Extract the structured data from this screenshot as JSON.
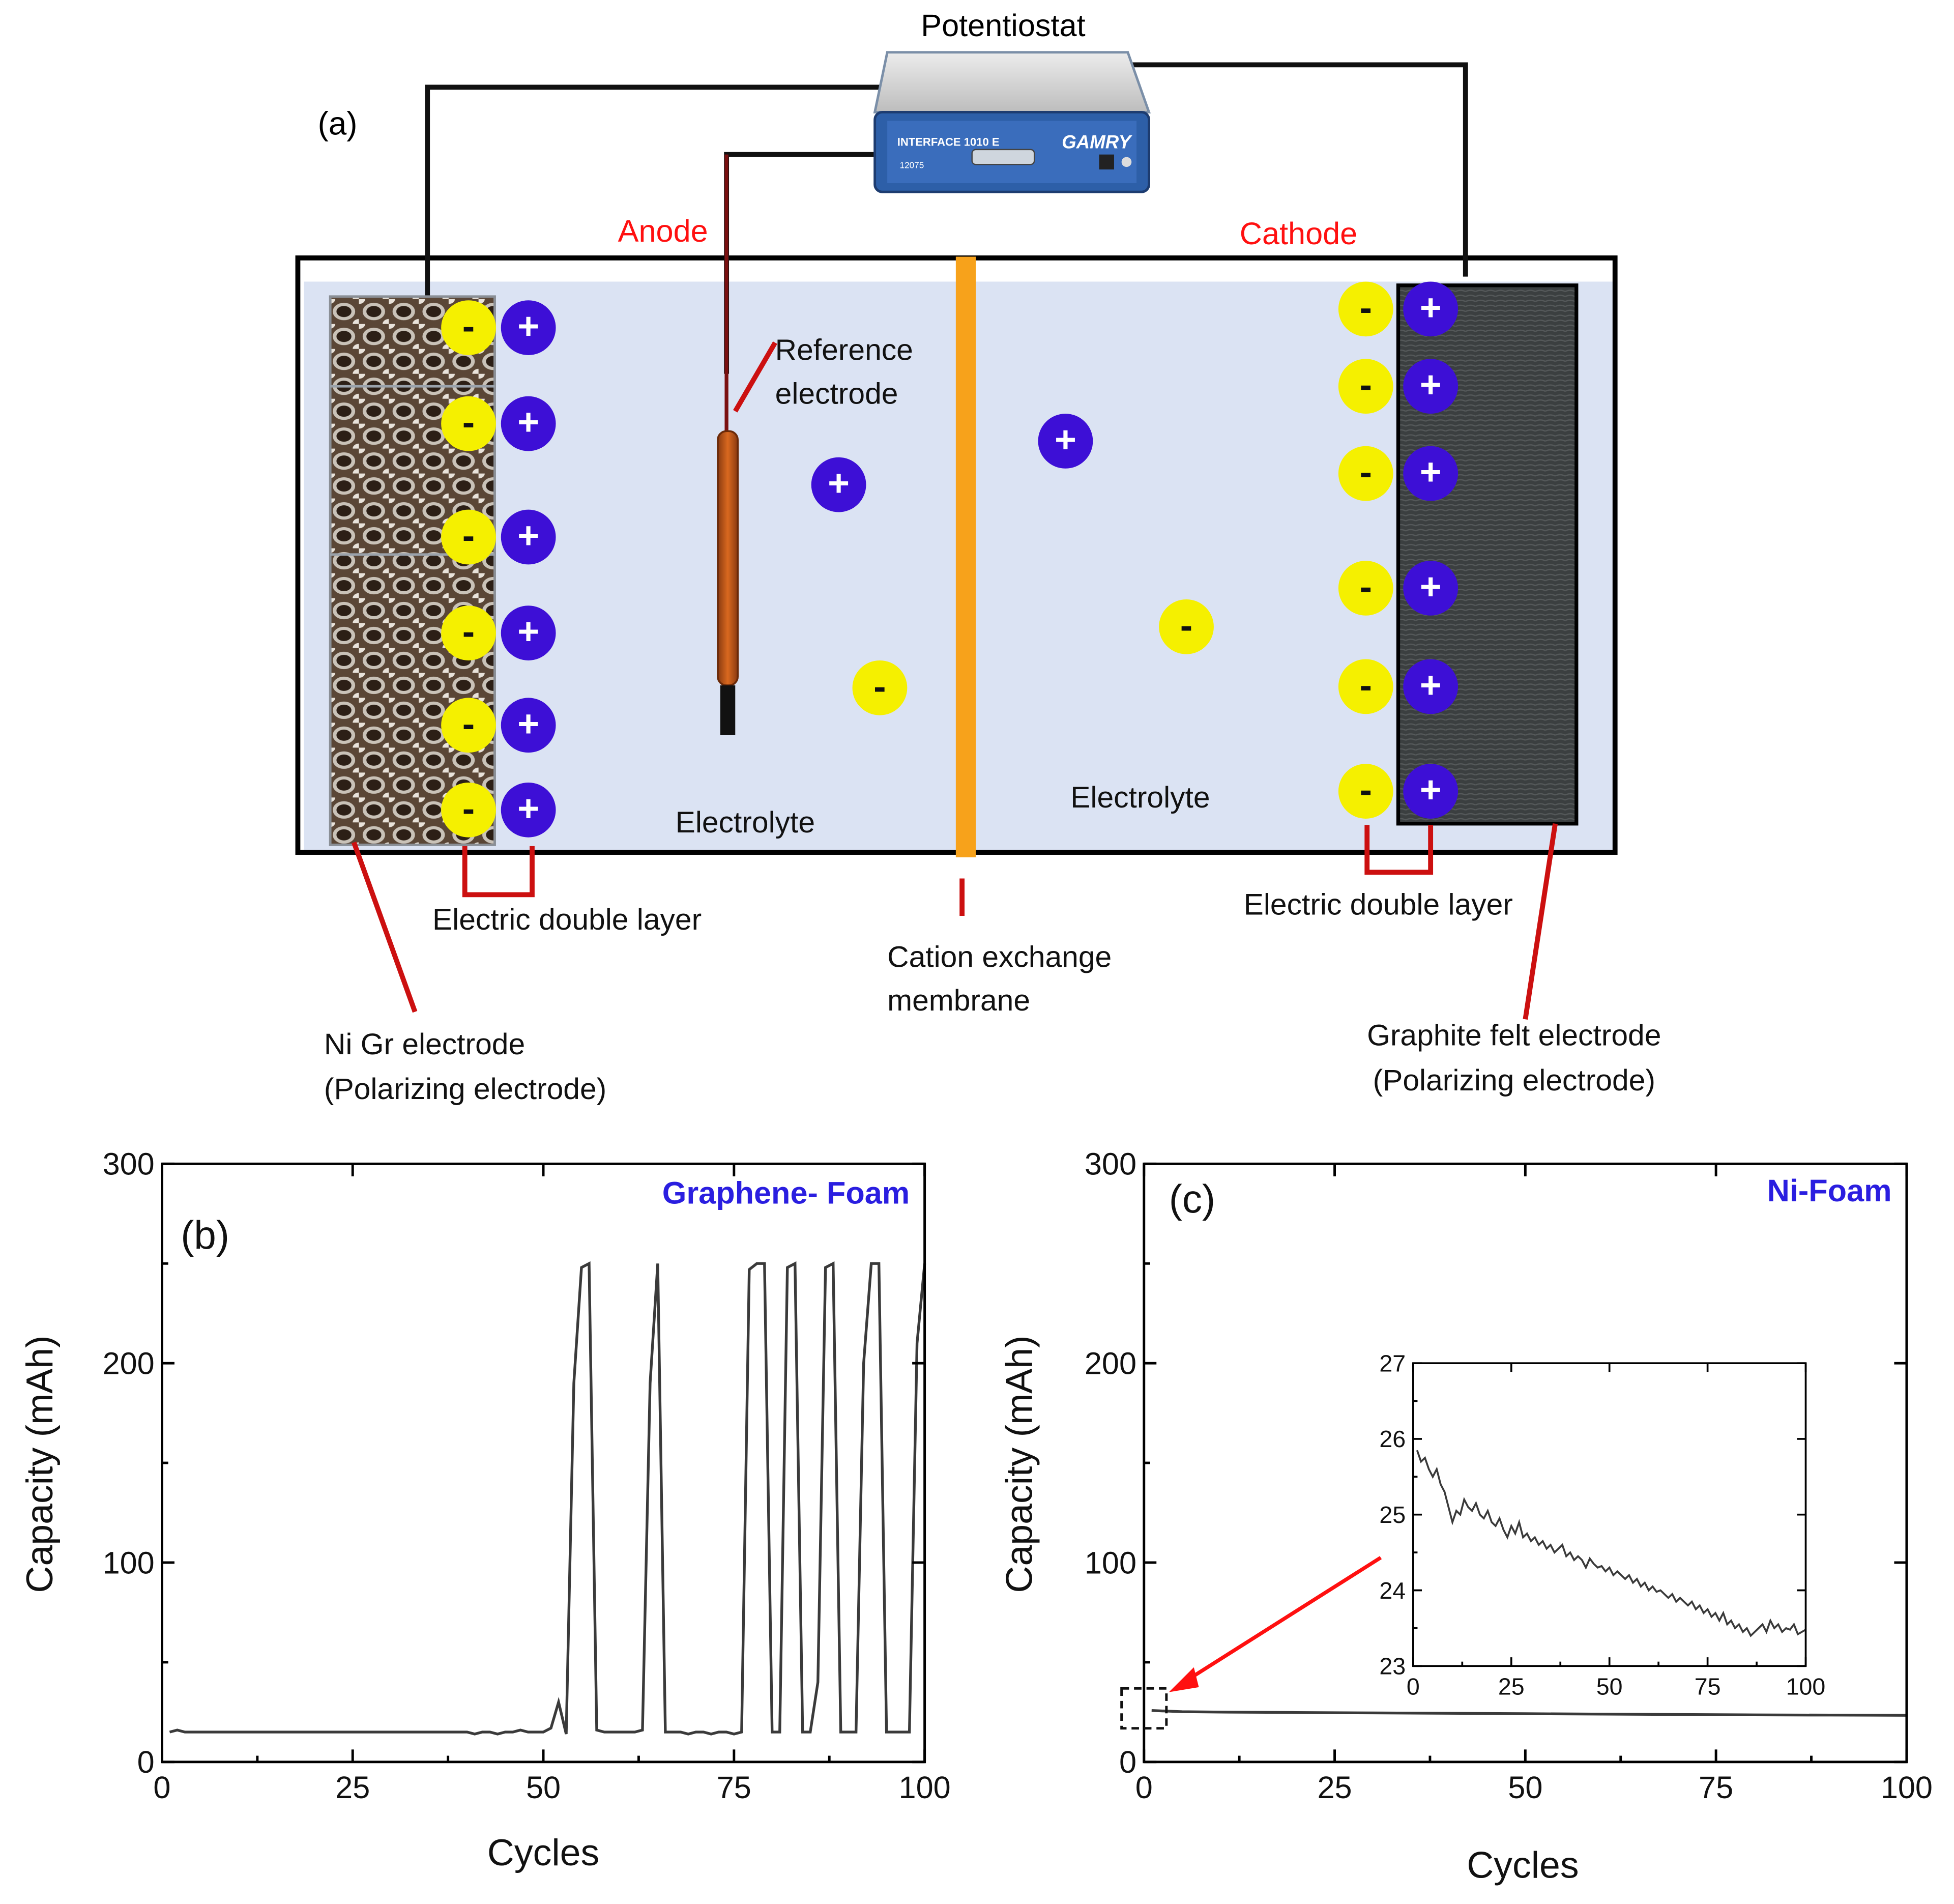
{
  "panel_a": {
    "panel_label": "(a)",
    "potentiostat": {
      "label": "Potentiostat",
      "model_text": "INTERFACE 1010 E",
      "brand_text": "GAMRY",
      "serial_text": "12075"
    },
    "anode_label": "Anode",
    "cathode_label": "Cathode",
    "reference_electrode_label": [
      "Reference",
      "electrode"
    ],
    "electrolyte_left_label": "Electrolyte",
    "electrolyte_right_label": "Electrolyte",
    "edl_left_label": "Electric double layer",
    "edl_right_label": "Electric double layer",
    "membrane_label": [
      "Cation exchange",
      "membrane"
    ],
    "left_electrode_label": [
      "Ni Gr electrode",
      "(Polarizing electrode)"
    ],
    "right_electrode_label": [
      "Graphite felt electrode",
      "(Polarizing electrode)"
    ],
    "plus_sign": "+",
    "minus_sign": "-",
    "colors": {
      "electrolyte": "#dbe3f3",
      "cation": "#3d0fd6",
      "anion": "#f5f000",
      "membrane": "#f7a21b",
      "leader_line": "#cc1010",
      "region_label": "#ff1010"
    }
  },
  "chart_data": [
    {
      "type": "line",
      "panel_label": "(b)",
      "title": "Graphene- Foam",
      "xlabel": "Cycles",
      "ylabel": "Capacity (mAh)",
      "xlim": [
        0,
        100
      ],
      "ylim": [
        0,
        300
      ],
      "xticks": [
        "0",
        "25",
        "50",
        "75",
        "100"
      ],
      "yticks": [
        "0",
        "100",
        "200",
        "300"
      ],
      "title_color": "#2a1ee0",
      "series": [
        {
          "color": "#3a3a3a",
          "x": [
            1,
            2,
            3,
            10,
            20,
            30,
            40,
            41,
            42,
            43,
            44,
            45,
            46,
            47,
            48,
            49,
            50,
            51,
            52,
            53,
            54,
            55,
            56,
            57,
            58,
            59,
            60,
            61,
            62,
            63,
            64,
            65,
            66,
            67,
            68,
            69,
            70,
            71,
            72,
            73,
            74,
            75,
            76,
            77,
            78,
            79,
            80,
            81,
            82,
            83,
            84,
            85,
            86,
            87,
            88,
            89,
            90,
            91,
            92,
            93,
            94,
            95,
            96,
            97,
            98,
            99,
            100
          ],
          "y": [
            15,
            16,
            15,
            15,
            15,
            15,
            15,
            14,
            15,
            15,
            14,
            15,
            15,
            16,
            15,
            15,
            15,
            17,
            30,
            14,
            190,
            248,
            250,
            16,
            15,
            15,
            15,
            15,
            15,
            16,
            190,
            250,
            15,
            15,
            15,
            14,
            15,
            15,
            14,
            15,
            15,
            14,
            15,
            247,
            250,
            250,
            15,
            15,
            248,
            250,
            15,
            15,
            40,
            248,
            250,
            15,
            15,
            15,
            200,
            250,
            250,
            15,
            15,
            15,
            15,
            210,
            250
          ]
        }
      ]
    },
    {
      "type": "line",
      "panel_label": "(c)",
      "title": "Ni-Foam",
      "xlabel": "Cycles",
      "ylabel": "Capacity (mAh)",
      "xlim": [
        0,
        100
      ],
      "ylim": [
        0,
        300
      ],
      "xticks": [
        "0",
        "25",
        "50",
        "75",
        "100"
      ],
      "yticks": [
        "0",
        "100",
        "200",
        "300"
      ],
      "title_color": "#2a1ee0",
      "series": [
        {
          "color": "#3a3a3a",
          "x": [
            1,
            5,
            10,
            20,
            30,
            40,
            50,
            60,
            70,
            80,
            90,
            100
          ],
          "y": [
            25.8,
            25.2,
            25.0,
            24.8,
            24.6,
            24.4,
            24.2,
            24.0,
            23.8,
            23.6,
            23.5,
            23.4
          ]
        }
      ],
      "inset": {
        "xlim": [
          0,
          100
        ],
        "ylim": [
          23,
          27
        ],
        "xticks": [
          "0",
          "25",
          "50",
          "75",
          "100"
        ],
        "yticks": [
          "23",
          "24",
          "25",
          "26",
          "27"
        ],
        "series": [
          {
            "color": "#3a3a3a",
            "x": [
              1,
              2,
              3,
              4,
              5,
              6,
              7,
              8,
              9,
              10,
              11,
              12,
              13,
              14,
              15,
              16,
              17,
              18,
              19,
              20,
              21,
              22,
              23,
              24,
              25,
              26,
              27,
              28,
              29,
              30,
              31,
              32,
              33,
              34,
              35,
              36,
              37,
              38,
              39,
              40,
              41,
              42,
              43,
              44,
              45,
              46,
              47,
              48,
              49,
              50,
              51,
              52,
              53,
              54,
              55,
              56,
              57,
              58,
              59,
              60,
              61,
              62,
              63,
              64,
              65,
              66,
              67,
              68,
              69,
              70,
              71,
              72,
              73,
              74,
              75,
              76,
              77,
              78,
              79,
              80,
              81,
              82,
              83,
              84,
              85,
              86,
              87,
              88,
              89,
              90,
              91,
              92,
              93,
              94,
              95,
              96,
              97,
              98,
              99,
              100
            ],
            "y": [
              25.85,
              25.7,
              25.75,
              25.6,
              25.5,
              25.6,
              25.4,
              25.3,
              25.1,
              24.9,
              25.05,
              25.0,
              25.2,
              25.1,
              25.05,
              25.15,
              25.0,
              24.95,
              25.05,
              24.9,
              24.85,
              24.95,
              24.8,
              24.7,
              24.85,
              24.75,
              24.9,
              24.7,
              24.75,
              24.65,
              24.7,
              24.6,
              24.65,
              24.55,
              24.6,
              24.5,
              24.55,
              24.6,
              24.45,
              24.5,
              24.4,
              24.45,
              24.4,
              24.3,
              24.42,
              24.35,
              24.3,
              24.32,
              24.25,
              24.3,
              24.2,
              24.25,
              24.2,
              24.15,
              24.2,
              24.1,
              24.15,
              24.05,
              24.1,
              24.0,
              24.05,
              23.98,
              24.0,
              23.95,
              23.9,
              23.95,
              23.85,
              23.9,
              23.85,
              23.8,
              23.85,
              23.75,
              23.8,
              23.7,
              23.75,
              23.65,
              23.7,
              23.6,
              23.7,
              23.55,
              23.6,
              23.5,
              23.55,
              23.45,
              23.5,
              23.4,
              23.45,
              23.5,
              23.55,
              23.45,
              23.6,
              23.5,
              23.55,
              23.45,
              23.5,
              23.48,
              23.55,
              23.42,
              23.45,
              23.48
            ]
          }
        ]
      }
    }
  ]
}
